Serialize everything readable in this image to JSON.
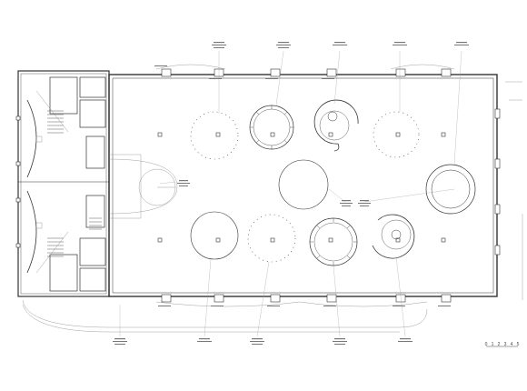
{
  "plan": {
    "scale_ticks": [
      "0",
      "1",
      "2",
      "3",
      "4",
      "5"
    ]
  }
}
